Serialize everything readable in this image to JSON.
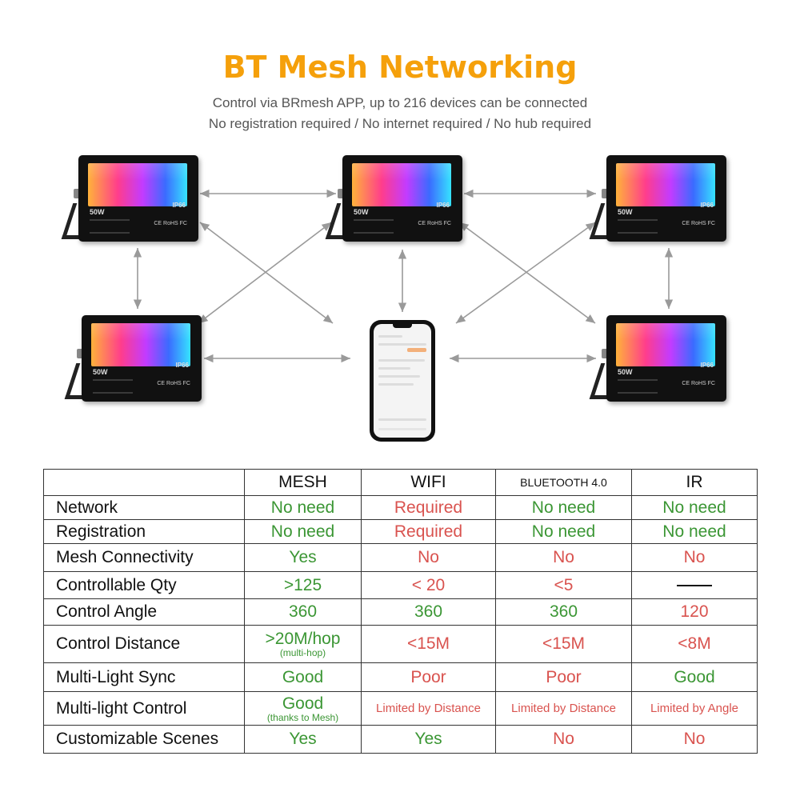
{
  "header": {
    "title": "BT Mesh Networking",
    "subtitle_1": "Control via BRmesh APP, up to 216 devices can be connected",
    "subtitle_2": "No registration required / No internet required / No hub required"
  },
  "light": {
    "wattage": "50W",
    "ip_rating": "IP66",
    "certifications": "CE RoHS FC"
  },
  "colors": {
    "title_orange": "#f5a00b",
    "positive_green": "#3b9634",
    "negative_red": "#d9534f",
    "arrow_gray": "#9a9a9a"
  },
  "table": {
    "columns": [
      "",
      "MESH",
      "WIFI",
      "BLUETOOTH 4.0",
      "IR"
    ],
    "rows": [
      {
        "label": "Network",
        "cells": [
          {
            "text": "No need",
            "status": "good"
          },
          {
            "text": "Required",
            "status": "bad"
          },
          {
            "text": "No need",
            "status": "good"
          },
          {
            "text": "No need",
            "status": "good"
          }
        ]
      },
      {
        "label": "Registration",
        "cells": [
          {
            "text": "No need",
            "status": "good"
          },
          {
            "text": "Required",
            "status": "bad"
          },
          {
            "text": "No need",
            "status": "good"
          },
          {
            "text": "No need",
            "status": "good"
          }
        ]
      },
      {
        "label": "Mesh Connectivity",
        "cells": [
          {
            "text": "Yes",
            "status": "good"
          },
          {
            "text": "No",
            "status": "bad"
          },
          {
            "text": "No",
            "status": "bad"
          },
          {
            "text": "No",
            "status": "bad"
          }
        ]
      },
      {
        "label": "Controllable Qty",
        "cells": [
          {
            "text": ">125",
            "status": "good"
          },
          {
            "text": "< 20",
            "status": "bad"
          },
          {
            "text": "<5",
            "status": "bad"
          },
          {
            "text": "",
            "status": "dash"
          }
        ]
      },
      {
        "label": "Control Angle",
        "cells": [
          {
            "text": "360",
            "status": "good"
          },
          {
            "text": "360",
            "status": "good"
          },
          {
            "text": "360",
            "status": "good"
          },
          {
            "text": "120",
            "status": "bad"
          }
        ]
      },
      {
        "label": "Control Distance",
        "cells": [
          {
            "text": ">20M/hop",
            "note": "(multi-hop)",
            "status": "good"
          },
          {
            "text": "<15M",
            "status": "bad"
          },
          {
            "text": "<15M",
            "status": "bad"
          },
          {
            "text": "<8M",
            "status": "bad"
          }
        ]
      },
      {
        "label": "Multi-Light Sync",
        "cells": [
          {
            "text": "Good",
            "status": "good"
          },
          {
            "text": "Poor",
            "status": "bad"
          },
          {
            "text": "Poor",
            "status": "bad"
          },
          {
            "text": "Good",
            "status": "good"
          }
        ]
      },
      {
        "label": "Multi-light Control",
        "cells": [
          {
            "text": "Good",
            "note": "(thanks to Mesh)",
            "status": "good"
          },
          {
            "text": "Limited by Distance",
            "status": "bad",
            "small": true
          },
          {
            "text": "Limited by Distance",
            "status": "bad",
            "small": true
          },
          {
            "text": "Limited by Angle",
            "status": "bad",
            "small": true
          }
        ]
      },
      {
        "label": "Customizable Scenes",
        "cells": [
          {
            "text": "Yes",
            "status": "good"
          },
          {
            "text": "Yes",
            "status": "good"
          },
          {
            "text": "No",
            "status": "bad"
          },
          {
            "text": "No",
            "status": "bad"
          }
        ]
      }
    ]
  }
}
